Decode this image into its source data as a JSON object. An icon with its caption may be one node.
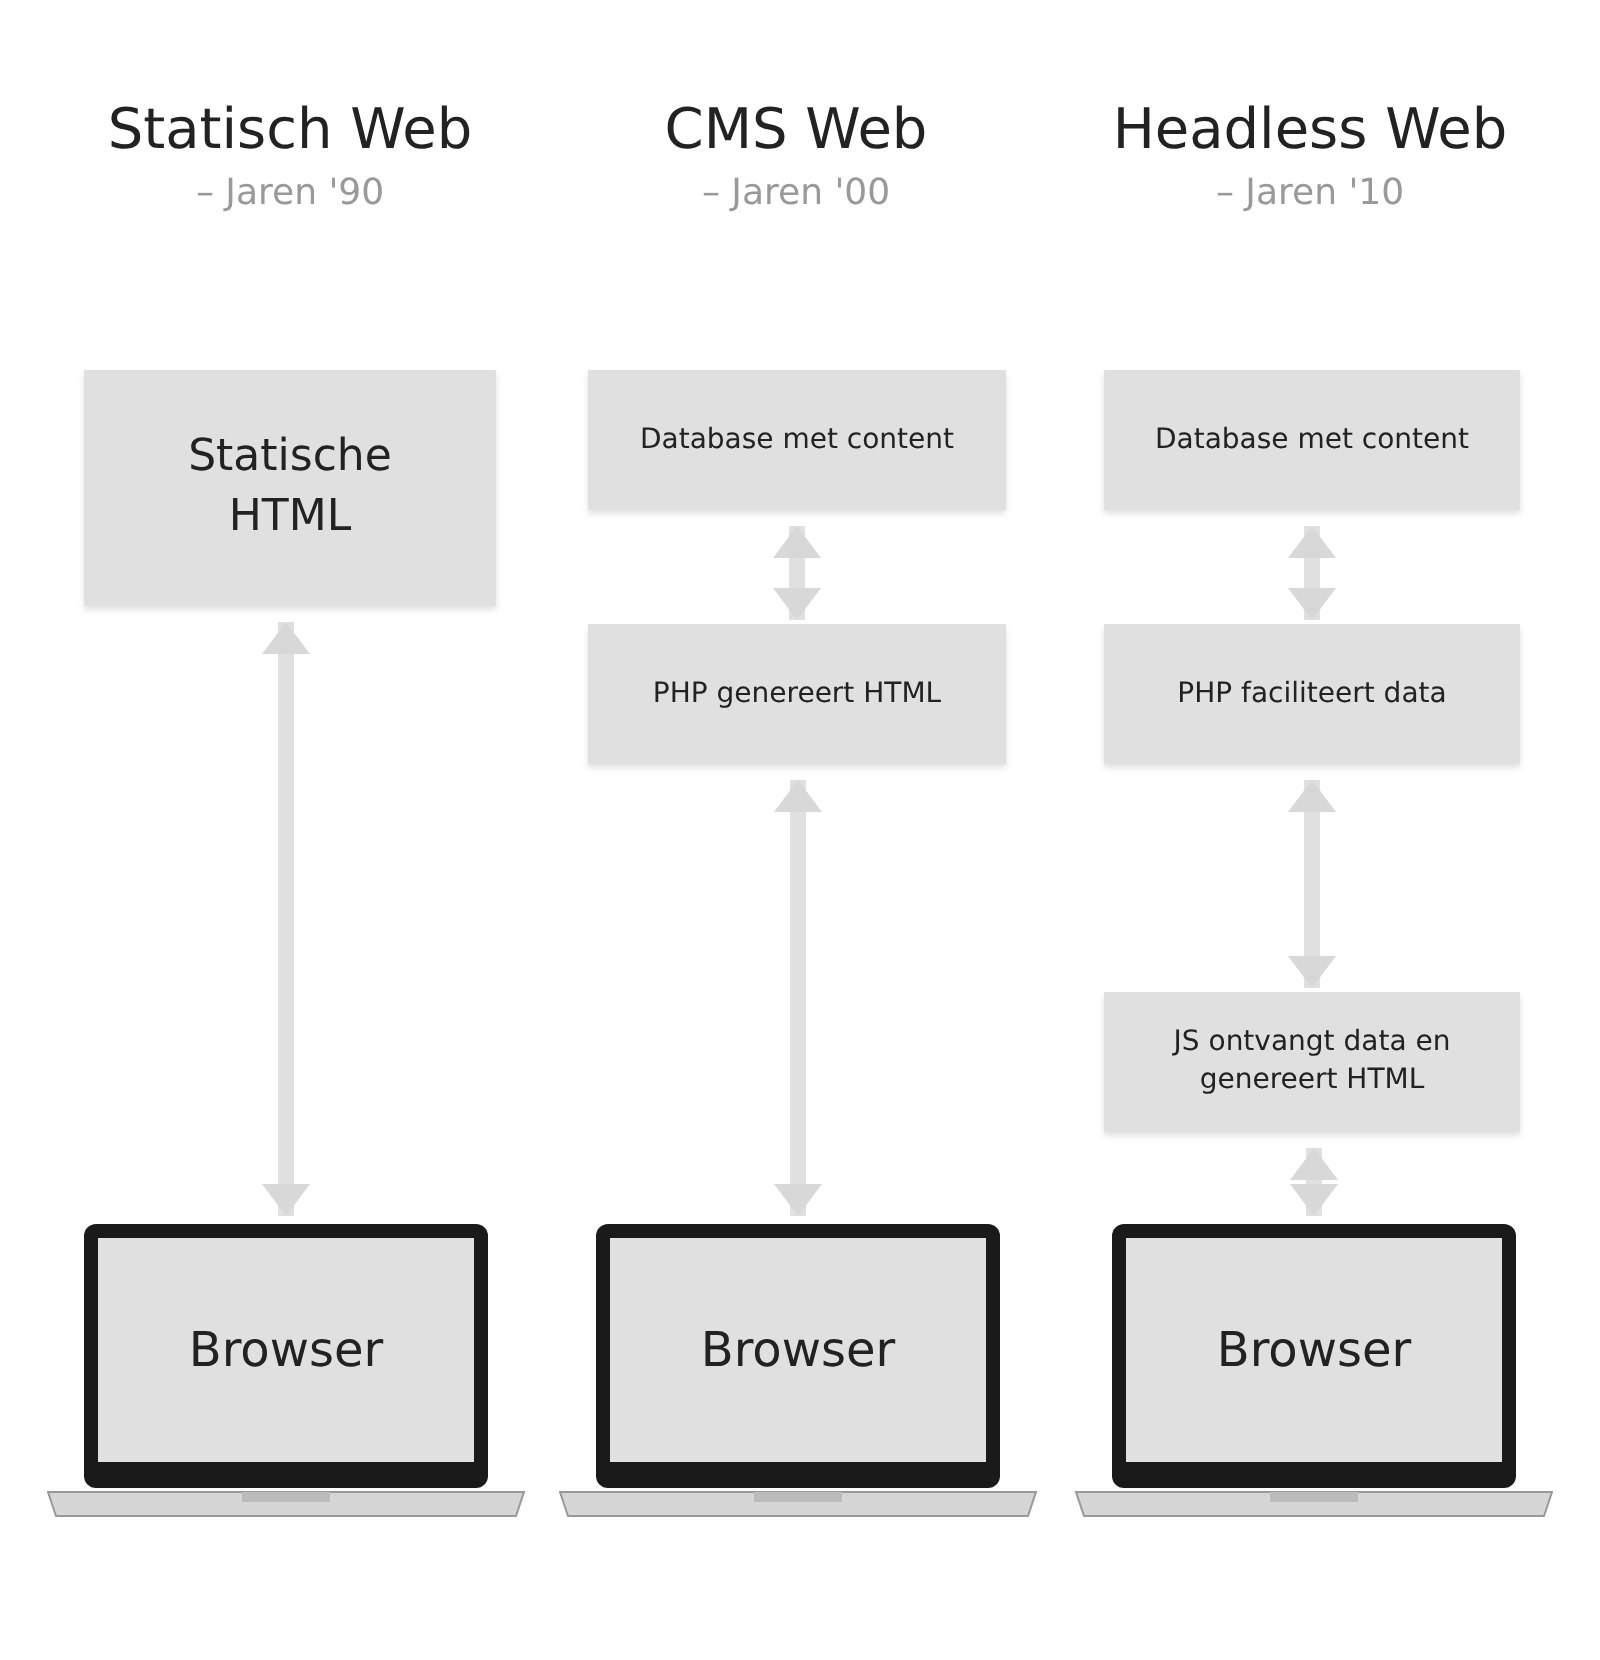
{
  "diagram": {
    "nodes": [
      {
        "text": [
          "Statische HTML"
        ]
      },
      {
        "text": [
          "Database met content"
        ]
      },
      {
        "text": [
          "PHP genereert HTML"
        ]
      },
      {
        "text": [
          "Database met content"
        ]
      },
      {
        "text": [
          "PHP faciliteert data"
        ]
      },
      {
        "text": [
          "JS ontvangt data en genereert HTML"
        ]
      },
      {
        "text": [
          "Browser"
        ]
      },
      {
        "text": [
          "Browser"
        ]
      },
      {
        "text": [
          "Browser"
        ]
      }
    ],
    "edges": [
      {
        "from": 0,
        "to": 6,
        "arrow": "both"
      },
      {
        "from": 1,
        "to": 2,
        "arrow": "both"
      },
      {
        "from": 2,
        "to": 7,
        "arrow": "both"
      },
      {
        "from": 3,
        "to": 4,
        "arrow": "both"
      },
      {
        "from": 4,
        "to": 5,
        "arrow": "both"
      },
      {
        "from": 5,
        "to": 8,
        "arrow": "both"
      }
    ],
    "labels": [
      "Statisch Web",
      "– Jaren '90",
      "CMS Web",
      "– Jaren '00",
      "Headless Web",
      "– Jaren '10"
    ]
  }
}
